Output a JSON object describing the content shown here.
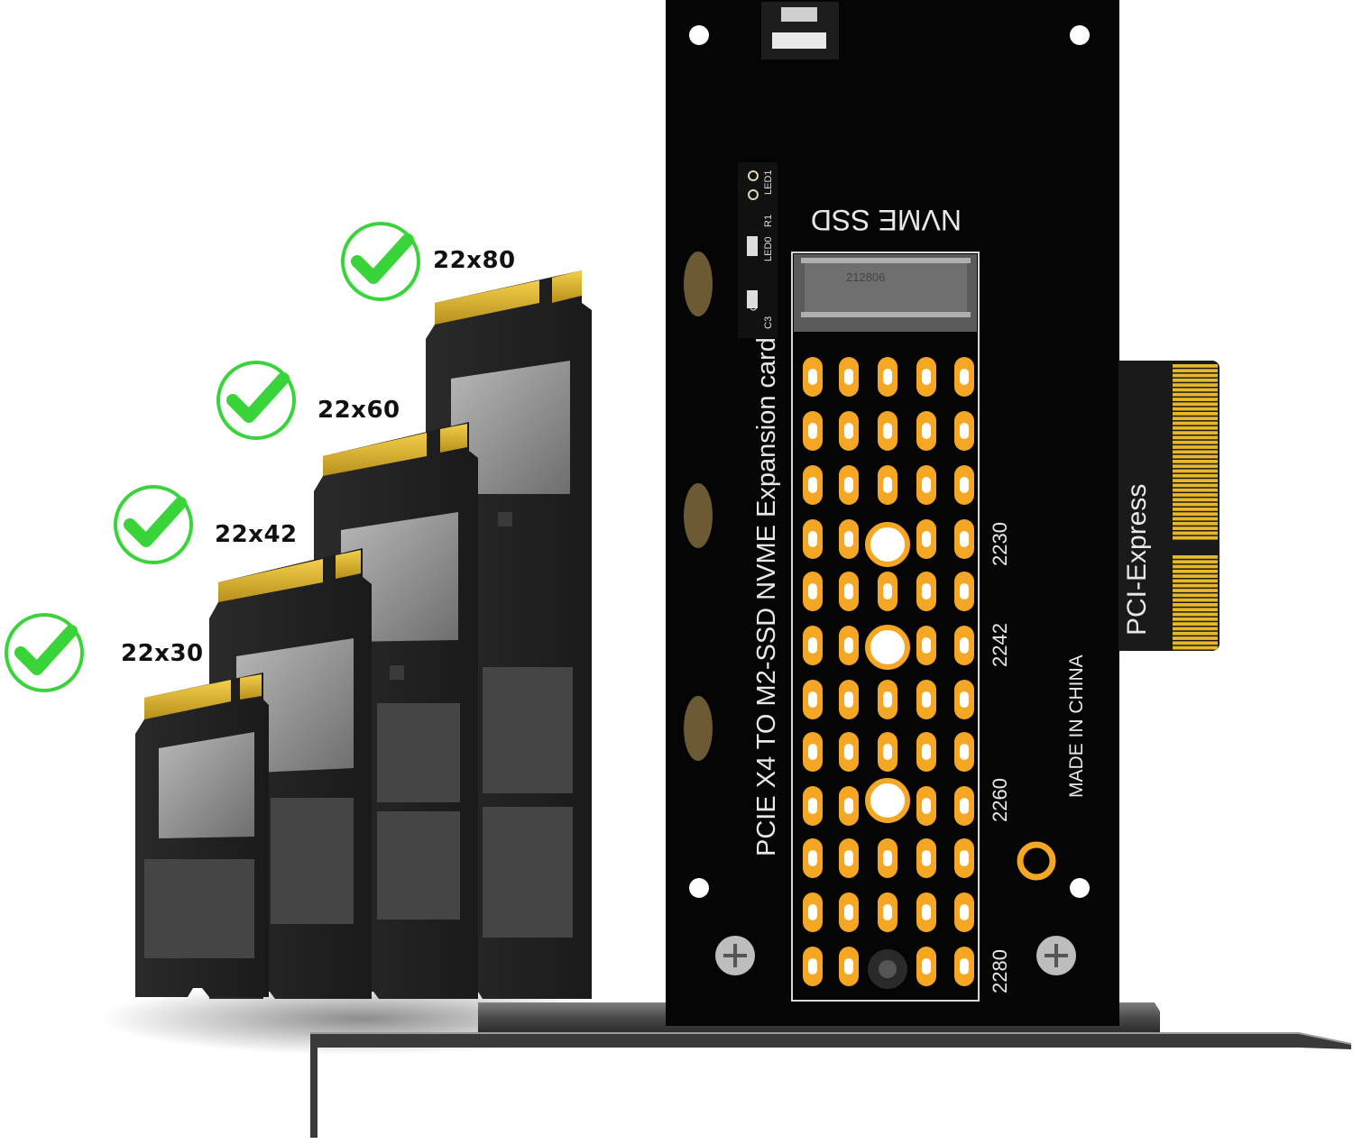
{
  "ssd_sizes": [
    {
      "label": "22x30"
    },
    {
      "label": "22x42"
    },
    {
      "label": "22x60"
    },
    {
      "label": "22x80"
    }
  ],
  "card": {
    "top_label": "NVME SSD",
    "side_label": "PCIE X4 TO M2-SSD NVME Expansion card",
    "made_in": "MADE IN CHINA",
    "interface_label": "PCI-Express",
    "slot_marks": [
      "2230",
      "2242",
      "2260",
      "2280"
    ],
    "silkscreen": [
      "LED1",
      "LED0",
      "R1",
      "C4",
      "C3"
    ],
    "connector_code": "212806"
  },
  "colors": {
    "check_green": "#39d43a",
    "pad_orange": "#f5a623",
    "gold_finger": "#e6b82a",
    "pcb_black": "#050505"
  }
}
